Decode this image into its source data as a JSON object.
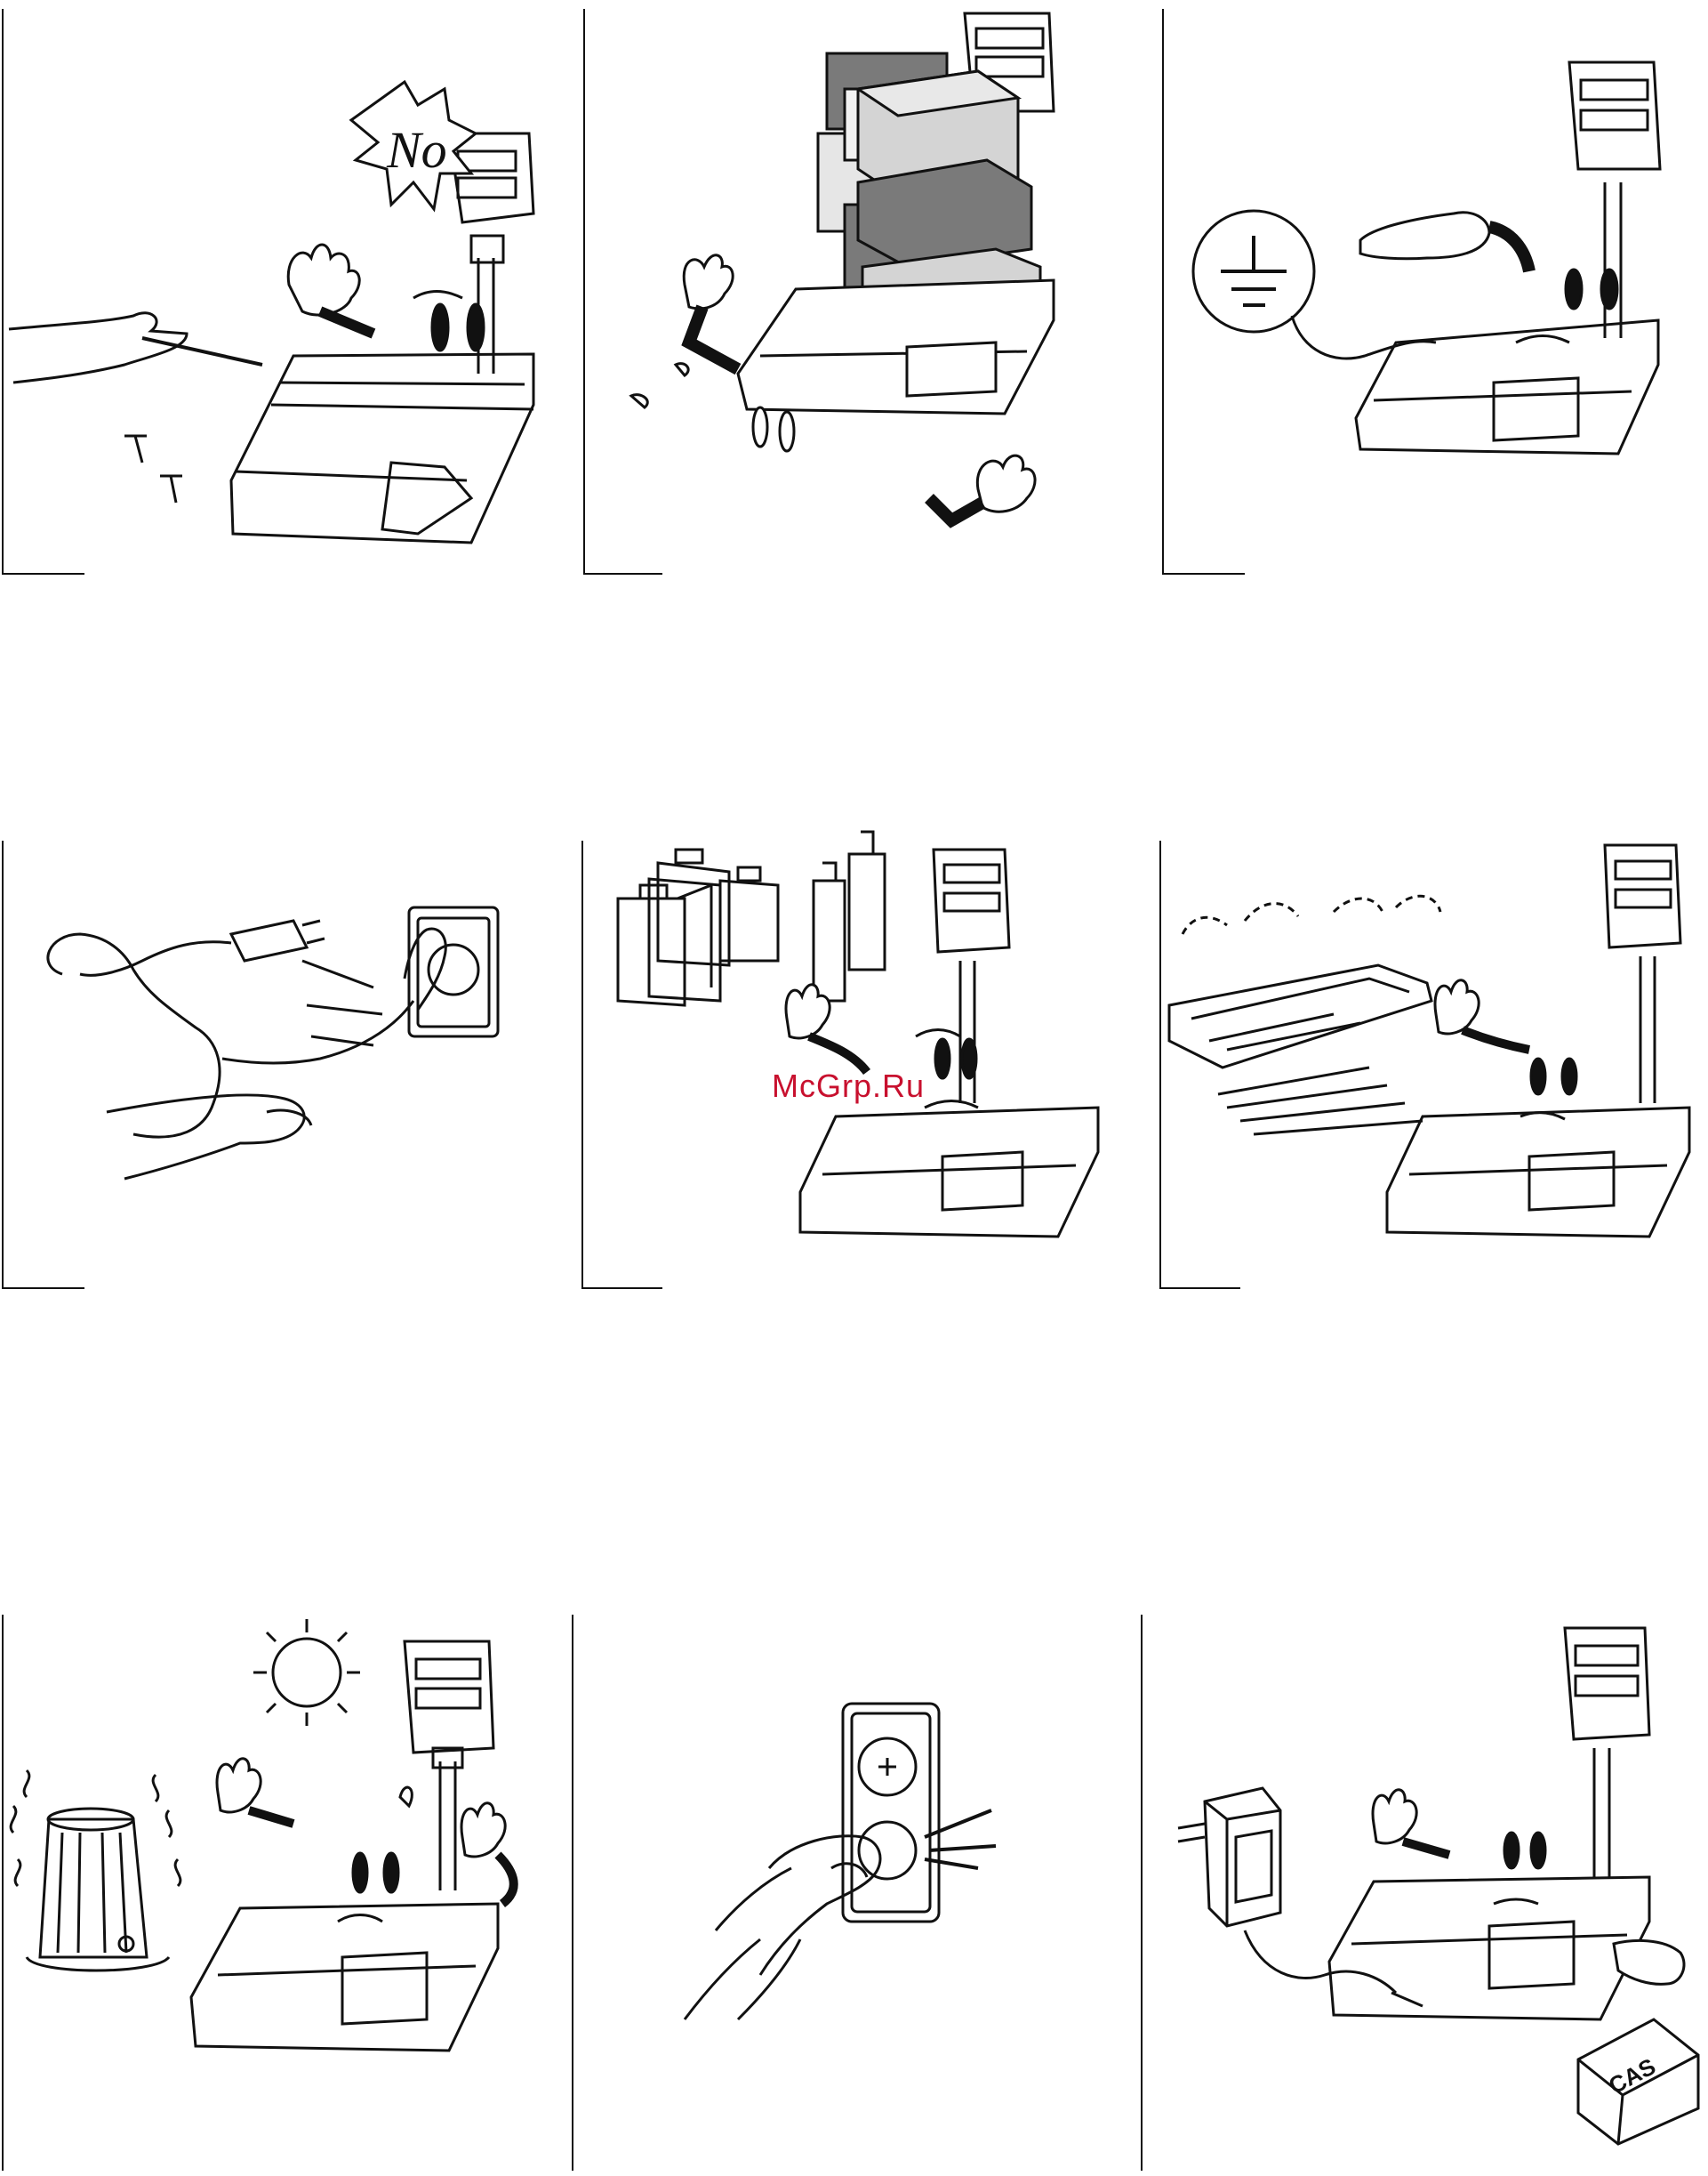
{
  "watermark": "McGrp.Ru",
  "panels": [
    {
      "id": "no-disassembly",
      "callout": "No"
    },
    {
      "id": "no-overload"
    },
    {
      "id": "ground-connection"
    },
    {
      "id": "power-cord-care"
    },
    {
      "id": "avoid-chemicals"
    },
    {
      "id": "avoid-moisture"
    },
    {
      "id": "avoid-heat"
    },
    {
      "id": "dedicated-outlet"
    },
    {
      "id": "adapter-and-battery",
      "battery_label": "CAS"
    }
  ],
  "colors": {
    "line": "#111111",
    "box_dark": "#7a7a7a",
    "box_mid": "#a8a8a8",
    "box_light": "#d4d4d4",
    "watermark": "#c8102e"
  }
}
